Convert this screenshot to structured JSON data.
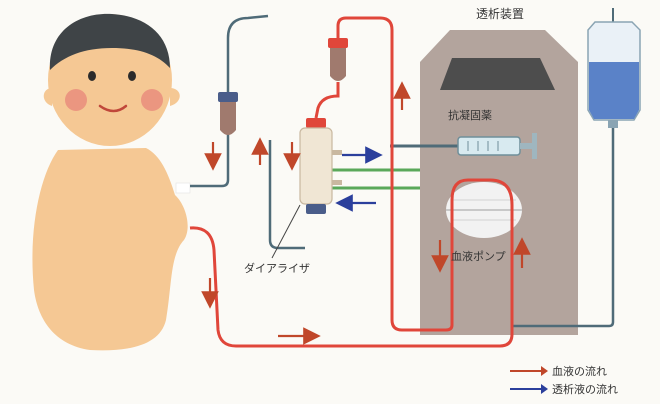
{
  "labels": {
    "machine": "透析装置",
    "anticoagulant": "抗凝固薬",
    "blood_pump": "血液ポンプ",
    "dialyzer": "ダイアライザ"
  },
  "legend": [
    {
      "label": "血液の流れ",
      "color": "#c0472a"
    },
    {
      "label": "透析液の流れ",
      "color": "#2b3f9c"
    }
  ],
  "colors": {
    "blood_tube": "#e0463a",
    "dialysate_tube": "#4f6b78",
    "green_tube": "#5aa85a",
    "machine_body": "#b3a49d",
    "skin": "#f5c894",
    "hair": "#3f4447",
    "bag_fluid": "#5a82c8"
  }
}
